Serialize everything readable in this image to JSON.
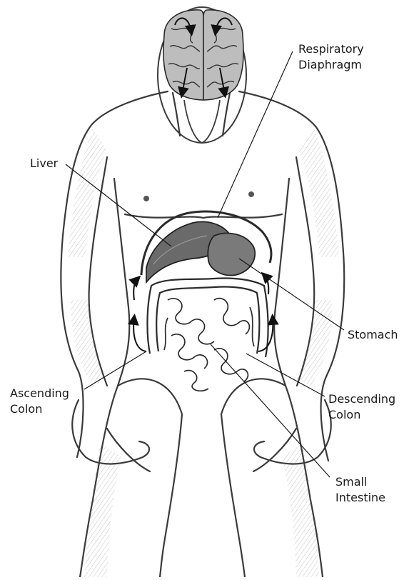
{
  "labels": {
    "respiratory_diaphragm": [
      "Respiratory",
      "Diaphragm"
    ],
    "liver": "Liver",
    "stomach": "Stomach",
    "ascending_colon": [
      "Ascending",
      "Colon"
    ],
    "descending_colon": [
      "Descending",
      "Colon"
    ],
    "small_intestine": [
      "Small",
      "Intestine"
    ]
  },
  "colors": {
    "ink": "#1a1a1a",
    "sketch": "#3a3a3a",
    "shade": "#7a7a7a",
    "organ": "#5a5a5a"
  }
}
